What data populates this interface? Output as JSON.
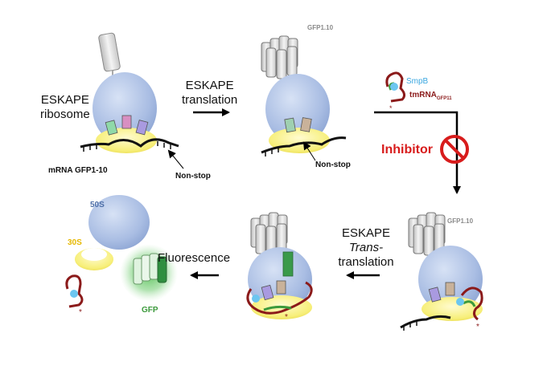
{
  "labels": {
    "eskape_ribosome": "ESKAPE\nribosome",
    "mrna": "mRNA GFP1-10",
    "non_stop_1": "Non-stop",
    "eskape_translation": "ESKAPE\ntranslation",
    "gfp110_top": "GFP1.10",
    "non_stop_2": "Non-stop",
    "smpb": "SmpB",
    "tmrna": "tmRNA",
    "tmrna_sub": "GFP11",
    "inhibitor": "Inhibitor",
    "gfp110_right": "GFP1.10",
    "eskape_trans_1": "ESKAPE",
    "eskape_trans_2": "Trans-",
    "eskape_trans_3": "translation",
    "fluorescence": "Fluorescence",
    "s50": "50S",
    "s30": "30S",
    "gfp": "GFP"
  },
  "colors": {
    "ribosome_50s": "#a9bde3",
    "ribosome_30s": "#f7ef7a",
    "gfp_glow": "#5cc25c",
    "inhibitor_red": "#d81c1c",
    "tmrna_red": "#8b1a1a",
    "smpb_blue": "#6cc6f0"
  },
  "icons": [
    "gfp-barrel-icon",
    "ribosome-icon",
    "mrna-strand-icon",
    "trna-icon",
    "tmrna-smpb-icon",
    "no-symbol-icon",
    "arrow-icon"
  ]
}
